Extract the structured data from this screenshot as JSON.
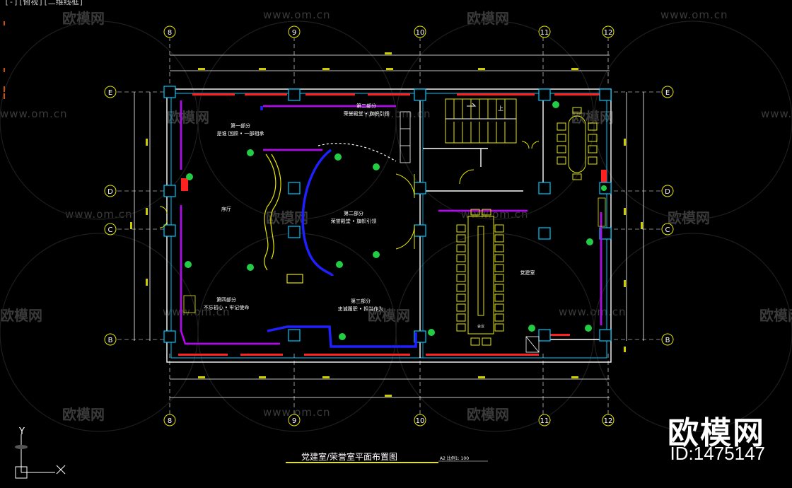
{
  "viewport": {
    "label": "[-][俯视][二维线框]"
  },
  "drawing": {
    "title": "党建室/荣誉室平面布置图",
    "scale_note": "A2 比例1: 100",
    "grid_columns": [
      "8",
      "9",
      "10",
      "11",
      "12"
    ],
    "grid_rows": [
      "E",
      "D",
      "C",
      "B"
    ],
    "rooms": [
      {
        "heading": "第一部分",
        "sub": "是谁 回顾 • 一部相承"
      },
      {
        "heading": "第二部分",
        "sub": "荣誉殿堂 • 旗帜引领"
      },
      {
        "heading": "第二部分",
        "sub": "荣誉殿堂 • 旗帜引领"
      },
      {
        "heading": "第四部分",
        "sub": "不忘初心 • 牢记使命"
      },
      {
        "heading": "第三部分",
        "sub": "忠诚履职 • 担当作为"
      }
    ],
    "hall_label": "序厅",
    "meeting_label": "党建室",
    "stair_label": "上",
    "table_label": "会议"
  },
  "ucs": {
    "y_label": "Y",
    "x_label": "X"
  },
  "watermark": {
    "logo": "欧模网",
    "url": "www.om.cn"
  },
  "brand": {
    "logo": "欧模网",
    "id_text": "ID:1475147"
  },
  "colors": {
    "wall": "#ffffff",
    "dim": "#e6e600",
    "grid": "#ffffff",
    "cyan": "#00c8ff",
    "red": "#ff2020",
    "magenta": "#c000ff",
    "blue": "#2020ff",
    "green": "#22cc44"
  }
}
